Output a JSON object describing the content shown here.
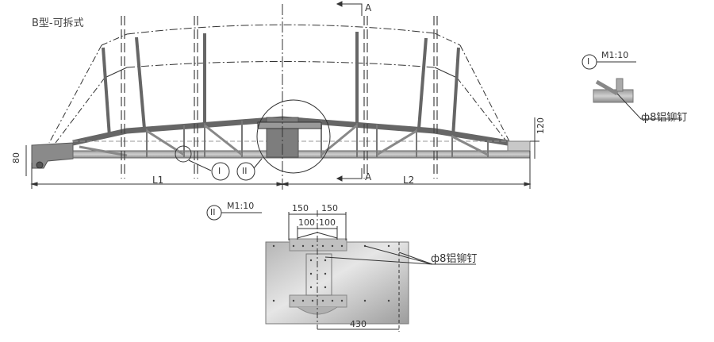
{
  "drawing": {
    "title": "B型-可拆式",
    "section_marker": "A",
    "dimensions": {
      "left_span": "L1",
      "right_span": "L2",
      "left_height": "80",
      "right_height": "120"
    },
    "callouts": {
      "detail_1_symbol": "I",
      "detail_2_symbol": "II"
    }
  },
  "detail_1": {
    "symbol": "I",
    "scale": "M1:10",
    "rivet_label": "ф8铝铆钉"
  },
  "detail_2": {
    "symbol": "II",
    "scale": "M1:10",
    "dim_outer_left": "150",
    "dim_outer_right": "150",
    "dim_inner_left": "100",
    "dim_inner_right": "100",
    "dim_bottom": "430",
    "rivet_label": "ф8铝铆钉"
  }
}
